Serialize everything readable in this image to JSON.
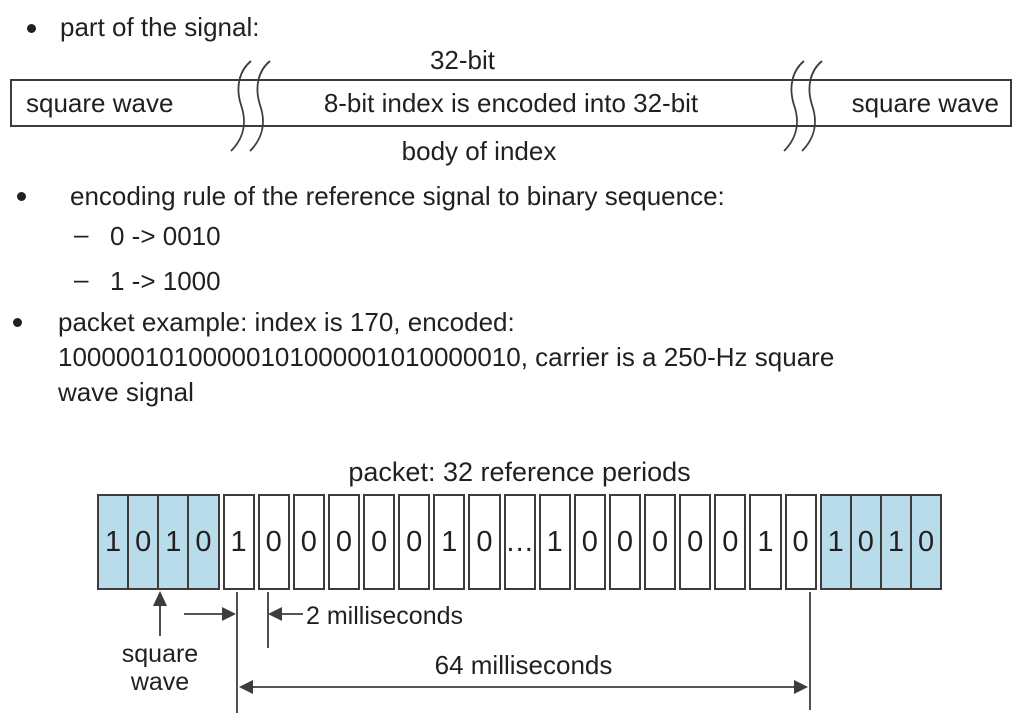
{
  "colors": {
    "cell_blue": "#b9dcea",
    "ink": "#231f20",
    "line": "#3c3c3c"
  },
  "bullet1": {
    "text": "part of the signal:"
  },
  "signal_bar": {
    "top_label": "32-bit",
    "left_segment": "square wave",
    "middle_segment": "8-bit index is encoded into 32-bit",
    "right_segment": "square wave",
    "bottom_label": "body of index"
  },
  "bullet2": {
    "text": "encoding rule of the reference signal to binary sequence:",
    "rules": [
      {
        "marker": "–",
        "text": "0 -> 0010"
      },
      {
        "marker": "–",
        "text": "1 -> 1000"
      }
    ]
  },
  "bullet3": {
    "line1": "packet example: index is 170, encoded:",
    "line2": "10000010100000101000001010000010, carrier is a 250-Hz square",
    "line3": "wave signal"
  },
  "packet": {
    "title": "packet: 32 reference periods",
    "cells": [
      {
        "v": "1",
        "blue": true
      },
      {
        "v": "0",
        "blue": true
      },
      {
        "v": "1",
        "blue": true
      },
      {
        "v": "0",
        "blue": true
      },
      {
        "v": "1",
        "blue": false
      },
      {
        "v": "0",
        "blue": false
      },
      {
        "v": "0",
        "blue": false
      },
      {
        "v": "0",
        "blue": false
      },
      {
        "v": "0",
        "blue": false
      },
      {
        "v": "0",
        "blue": false
      },
      {
        "v": "1",
        "blue": false
      },
      {
        "v": "0",
        "blue": false
      },
      {
        "v": "…",
        "blue": false
      },
      {
        "v": "1",
        "blue": false
      },
      {
        "v": "0",
        "blue": false
      },
      {
        "v": "0",
        "blue": false
      },
      {
        "v": "0",
        "blue": false
      },
      {
        "v": "0",
        "blue": false
      },
      {
        "v": "0",
        "blue": false
      },
      {
        "v": "1",
        "blue": false
      },
      {
        "v": "0",
        "blue": false
      },
      {
        "v": "1",
        "blue": true
      },
      {
        "v": "0",
        "blue": true
      },
      {
        "v": "1",
        "blue": true
      },
      {
        "v": "0",
        "blue": true
      }
    ],
    "labels": {
      "square_wave_line1": "square",
      "square_wave_line2": "wave",
      "period": "2 milliseconds",
      "total": "64 milliseconds"
    }
  }
}
